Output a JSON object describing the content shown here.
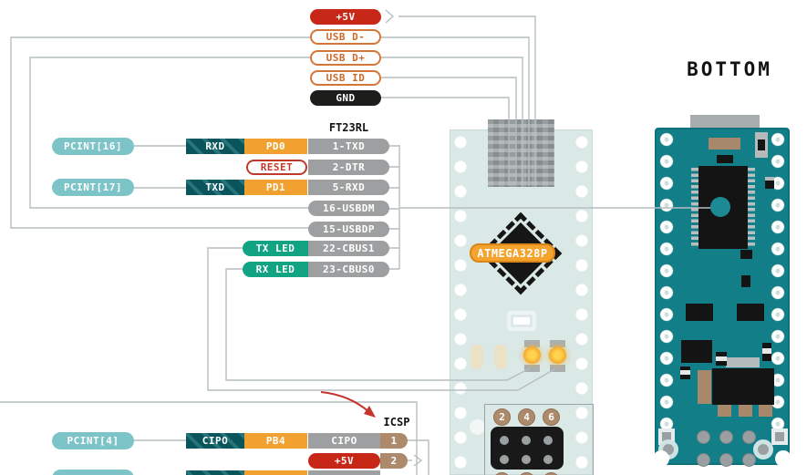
{
  "view": {
    "title": "BOTTOM"
  },
  "usb_pins": {
    "power": "+5V",
    "dm": "USB D-",
    "dp": "USB D+",
    "id": "USB ID",
    "gnd": "GND"
  },
  "ft_chip": {
    "name": "FT23RL",
    "rows": [
      {
        "pcint": "PCINT[16]",
        "signal": "RXD",
        "port": "PD0",
        "pin": "1-TXD"
      },
      {
        "signal": "RESET",
        "pin": "2-DTR"
      },
      {
        "pcint": "PCINT[17]",
        "signal": "TXD",
        "port": "PD1",
        "pin": "5-RXD"
      },
      {
        "pin": "16-USBDM"
      },
      {
        "pin": "15-USBDP"
      },
      {
        "signal": "TX LED",
        "pin": "22-CBUS1"
      },
      {
        "signal": "RX LED",
        "pin": "23-CBUS0"
      }
    ]
  },
  "mcu": {
    "name": "ATMEGA328P"
  },
  "icsp": {
    "name": "ICSP",
    "rows": [
      {
        "pcint": "PCINT[4]",
        "signal": "CIPO",
        "port": "PB4",
        "pin": "CIPO",
        "number": "1"
      },
      {
        "power": "+5V",
        "number": "2"
      }
    ],
    "header_pins": [
      "2",
      "4",
      "6"
    ]
  },
  "icons": {
    "flow_arrow": "chevron-right",
    "icsp_pointer": "red-arrow"
  },
  "colors": {
    "power_red": "#c62717",
    "usb_orange": "#cd6a2a",
    "ground_black": "#1d1d1b",
    "pcint_teal": "#7cc4c7",
    "signal_dark_teal": "#0a545c",
    "port_orange": "#f1a12f",
    "pin_gray": "#9d9fa0",
    "led_green": "#12a383",
    "icsp_tan": "#ad8a6c",
    "board_teal": "#117e88",
    "wire_gray": "#b6bec0",
    "pointer_red": "#c4342b"
  }
}
